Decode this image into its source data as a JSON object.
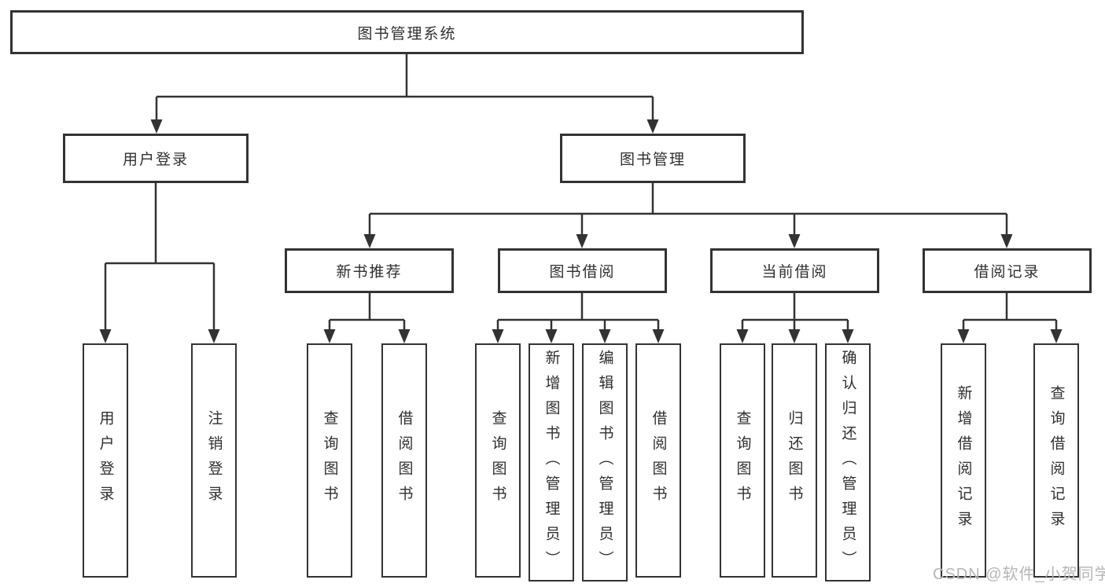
{
  "diagram": {
    "nodes": {
      "root": "图书管理系统",
      "user_login": "用户登录",
      "book_management": "图书管理",
      "new_book_recommend": "新书推荐",
      "book_borrow": "图书借阅",
      "current_borrow": "当前借阅",
      "borrow_record": "借阅记录",
      "leaf_user_login": "用户登录",
      "leaf_logout": "注销登录",
      "leaf_nbr_query_book": "查询图书",
      "leaf_nbr_borrow_book": "借阅图书",
      "leaf_bb_query_book": "查询图书",
      "leaf_bb_add_book": "新增图书（管理员）",
      "leaf_bb_edit_book": "编辑图书（管理员）",
      "leaf_bb_borrow_book": "借阅图书",
      "leaf_cb_query_book": "查询图书",
      "leaf_cb_return_book": "归还图书",
      "leaf_cb_confirm_return": "确认归还（管理员）",
      "leaf_br_add_record": "新增借阅记录",
      "leaf_br_query_record": "查询借阅记录"
    },
    "watermark": "CSDN @软件_小贺同学",
    "colors": {
      "line": "#333333",
      "border": "#333333",
      "text": "#2f2f2f",
      "watermark": "#b5b5b5",
      "background": "#ffffff"
    }
  }
}
